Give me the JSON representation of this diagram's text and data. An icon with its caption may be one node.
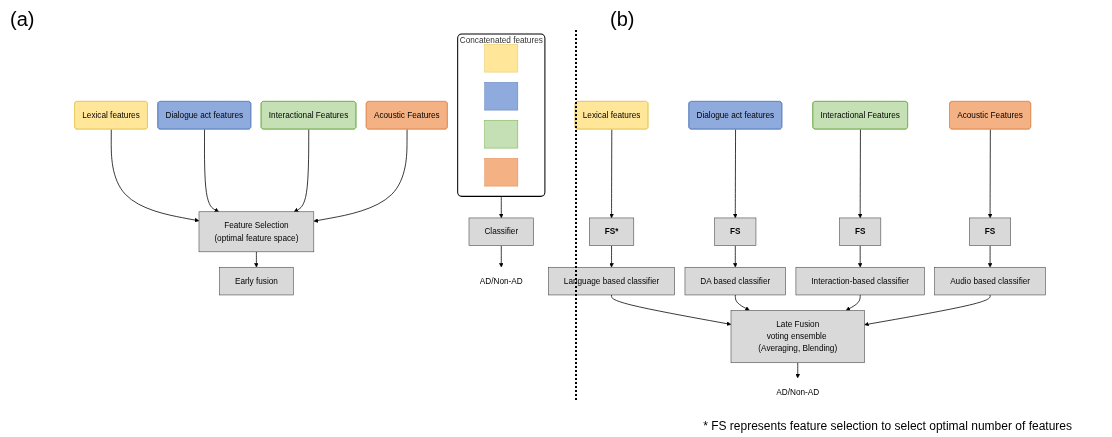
{
  "diagram": {
    "nodes": [
      {
        "text": [
          "Lexical features"
        ]
      },
      {
        "text": [
          "Dialogue act features"
        ]
      },
      {
        "text": [
          "Interactional Features"
        ]
      },
      {
        "text": [
          "Acoustic Features"
        ]
      },
      {
        "text": [
          "Feature Selection",
          "(optimal feature space)"
        ]
      },
      {
        "text": [
          "Early fusion"
        ]
      },
      {
        "text": [
          "Concatenated features"
        ]
      },
      {
        "text": [],
        "shape": "box",
        "in": 6
      },
      {
        "text": [],
        "shape": "box",
        "in": 6
      },
      {
        "text": [],
        "shape": "box",
        "in": 6
      },
      {
        "text": [],
        "shape": "box",
        "in": 6
      },
      {
        "text": [
          "Classifier"
        ]
      },
      {
        "text": [
          "AD/Non-AD"
        ]
      },
      {
        "text": [
          "Lexical features"
        ]
      },
      {
        "text": [
          "Dialogue act features"
        ]
      },
      {
        "text": [
          "Interactional Features"
        ]
      },
      {
        "text": [
          "Acoustic Features"
        ]
      },
      {
        "text": [
          "FS*"
        ]
      },
      {
        "text": [
          "FS"
        ]
      },
      {
        "text": [
          "FS"
        ]
      },
      {
        "text": [
          "FS"
        ]
      },
      {
        "text": [
          "Language based classifier"
        ]
      },
      {
        "text": [
          "DA based classifier"
        ]
      },
      {
        "text": [
          "Interaction-based classifier"
        ]
      },
      {
        "text": [
          "Audio based classifier"
        ]
      },
      {
        "text": [
          "Late Fusion",
          "voting ensemble (Averaging, Blending)"
        ]
      },
      {
        "text": [
          "AD/Non-AD"
        ]
      }
    ],
    "edges": [
      {
        "from": 0,
        "to": 4,
        "arrow": "to"
      },
      {
        "from": 1,
        "to": 4,
        "arrow": "to"
      },
      {
        "from": 2,
        "to": 4,
        "arrow": "to"
      },
      {
        "from": 3,
        "to": 4,
        "arrow": "to"
      },
      {
        "from": 4,
        "to": 5,
        "arrow": "to"
      },
      {
        "from": 6,
        "to": 11,
        "arrow": "to"
      },
      {
        "from": 11,
        "to": 12,
        "arrow": "to"
      },
      {
        "from": 13,
        "to": 17,
        "arrow": "to"
      },
      {
        "from": 14,
        "to": 18,
        "arrow": "to"
      },
      {
        "from": 15,
        "to": 19,
        "arrow": "to"
      },
      {
        "from": 16,
        "to": 20,
        "arrow": "to"
      },
      {
        "from": 17,
        "to": 21,
        "arrow": "to"
      },
      {
        "from": 18,
        "to": 22,
        "arrow": "to"
      },
      {
        "from": 19,
        "to": 23,
        "arrow": "to"
      },
      {
        "from": 20,
        "to": 24,
        "arrow": "to"
      },
      {
        "from": 21,
        "to": 25,
        "arrow": "to"
      },
      {
        "from": 22,
        "to": 25,
        "arrow": "to"
      },
      {
        "from": 23,
        "to": 25,
        "arrow": "to"
      },
      {
        "from": 24,
        "to": 25,
        "arrow": "to"
      },
      {
        "from": 25,
        "to": 26,
        "arrow": "to"
      }
    ],
    "labels": [
      "(a)",
      "(b)",
      "* FS represents feature selection to select optimal number of features"
    ]
  }
}
